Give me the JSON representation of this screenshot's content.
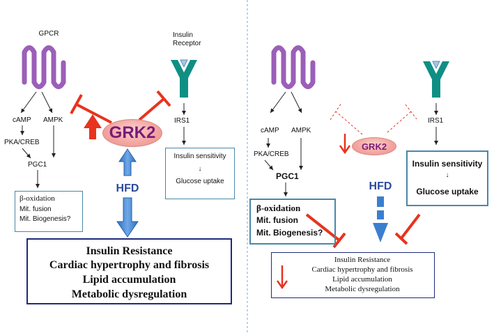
{
  "colors": {
    "gpcr": "#9b5fb8",
    "insulin_receptor": "#0f8f84",
    "inhibition": "#e8331e",
    "hfd": "#2b4a9e",
    "arrow_blue": "#3a7fcf",
    "box_navy": "#1f2a7a",
    "box_teal": "#4a86a8",
    "divider": "#7aa6d8"
  },
  "left": {
    "gpcr_label": "GPCR",
    "receptor_label_1": "Insulin",
    "receptor_label_2": "Receptor",
    "camp": "cAMP",
    "ampk": "AMPK",
    "pka": "PKA/CREB",
    "pgc1": "PGC1",
    "irs1": "IRS1",
    "grk2": "GRK2",
    "hfd": "HFD",
    "mito_box": [
      "β-oxidation",
      "Mit. fusion",
      "Mit. Biogenesis?"
    ],
    "insulin_box": [
      "Insulin sensitivity",
      "↓",
      "Glucose uptake"
    ],
    "outcome_box": [
      "Insulin Resistance",
      "Cardiac hypertrophy and fibrosis",
      "Lipid accumulation",
      "Metabolic dysregulation"
    ]
  },
  "right": {
    "camp": "cAMP",
    "ampk": "AMPK",
    "pka": "PKA/CREB",
    "pgc1": "PGC1",
    "irs1": "IRS1",
    "grk2": "GRK2",
    "hfd": "HFD",
    "mito_box": [
      "β-oxidation",
      "Mit. fusion",
      "Mit. Biogenesis?"
    ],
    "insulin_box": [
      "Insulin sensitivity",
      "Glucose uptake"
    ],
    "outcome_box": [
      "Insulin Resistance",
      "Cardiac hypertrophy and fibrosis",
      "Lipid accumulation",
      "Metabolic dysregulation"
    ]
  }
}
